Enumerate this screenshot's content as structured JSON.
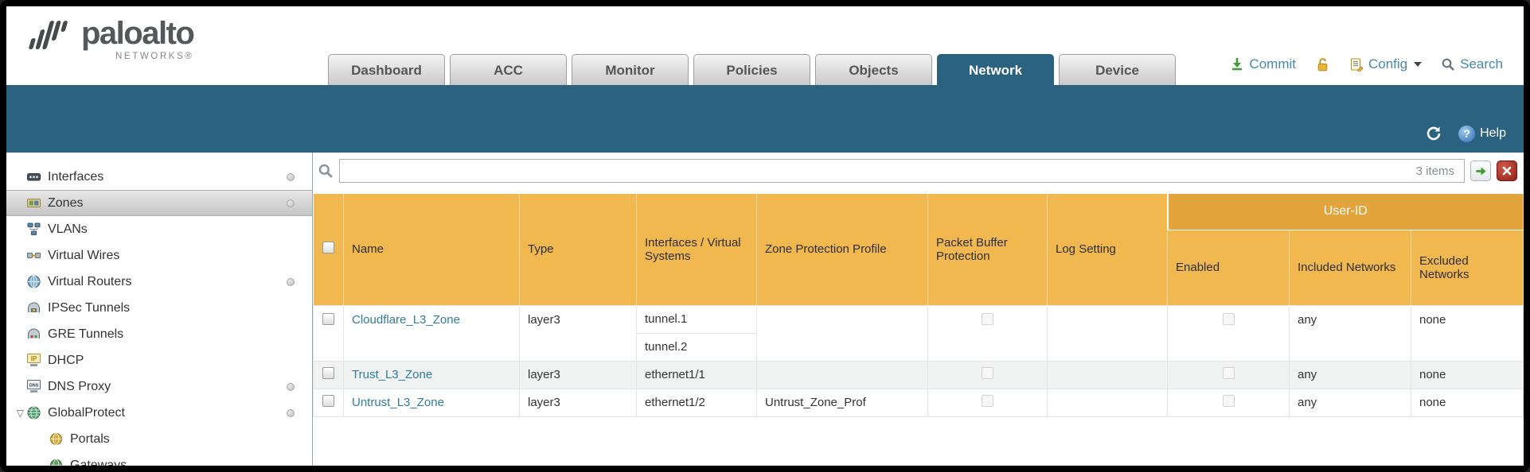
{
  "brand": {
    "logo_text": "paloalto",
    "logo_sub": "NETWORKS®"
  },
  "nav": {
    "tabs": [
      {
        "label": "Dashboard"
      },
      {
        "label": "ACC"
      },
      {
        "label": "Monitor"
      },
      {
        "label": "Policies"
      },
      {
        "label": "Objects"
      },
      {
        "label": "Network",
        "active": true
      },
      {
        "label": "Device"
      }
    ],
    "actions": {
      "commit": "Commit",
      "config": "Config",
      "search": "Search"
    }
  },
  "subheader": {
    "help": "Help"
  },
  "sidebar": {
    "items": [
      {
        "label": "Interfaces",
        "dot": true
      },
      {
        "label": "Zones",
        "selected": true,
        "dot": true
      },
      {
        "label": "VLANs"
      },
      {
        "label": "Virtual Wires"
      },
      {
        "label": "Virtual Routers",
        "dot": true
      },
      {
        "label": "IPSec Tunnels"
      },
      {
        "label": "GRE Tunnels"
      },
      {
        "label": "DHCP"
      },
      {
        "label": "DNS Proxy",
        "dot": true
      },
      {
        "label": "GlobalProtect",
        "expanded": true,
        "dot": true
      },
      {
        "label": "Portals",
        "child": true
      },
      {
        "label": "Gateways",
        "child": true
      }
    ]
  },
  "filter": {
    "items_count": "3 items"
  },
  "table": {
    "userid_group": "User-ID",
    "headers": {
      "name": "Name",
      "type": "Type",
      "interfaces": "Interfaces / Virtual Systems",
      "zone_protection": "Zone Protection Profile",
      "packet_buffer": "Packet Buffer Protection",
      "log_setting": "Log Setting",
      "enabled": "Enabled",
      "included": "Included Networks",
      "excluded": "Excluded Networks"
    },
    "rows": [
      {
        "name": "Cloudflare_L3_Zone",
        "type": "layer3",
        "interfaces": [
          "tunnel.1",
          "tunnel.2"
        ],
        "zone_protection": "",
        "log_setting": "",
        "included": "any",
        "excluded": "none"
      },
      {
        "name": "Trust_L3_Zone",
        "type": "layer3",
        "interfaces": [
          "ethernet1/1"
        ],
        "zone_protection": "",
        "log_setting": "",
        "included": "any",
        "excluded": "none"
      },
      {
        "name": "Untrust_L3_Zone",
        "type": "layer3",
        "interfaces": [
          "ethernet1/2"
        ],
        "zone_protection": "Untrust_Zone_Prof",
        "log_setting": "",
        "included": "any",
        "excluded": "none"
      }
    ]
  },
  "icons": {
    "commit": "green-down-arrow",
    "lock": "open-padlock",
    "config": "document-with-pencil",
    "config_caret": "triangle-down",
    "search": "magnifier",
    "refresh": "circular-arrows",
    "help": "question-circle",
    "filter_search": "magnifier",
    "apply_filter": "green-right-arrow",
    "clear_filter": "red-x",
    "globalprotect_expander": "triangle-down"
  },
  "colors": {
    "header_teal": "#2b6280",
    "table_header_amber": "#f1b84f",
    "userid_band_amber": "#e3a43b",
    "zone_link": "#2e7d9c",
    "top_link": "#4788ab"
  }
}
